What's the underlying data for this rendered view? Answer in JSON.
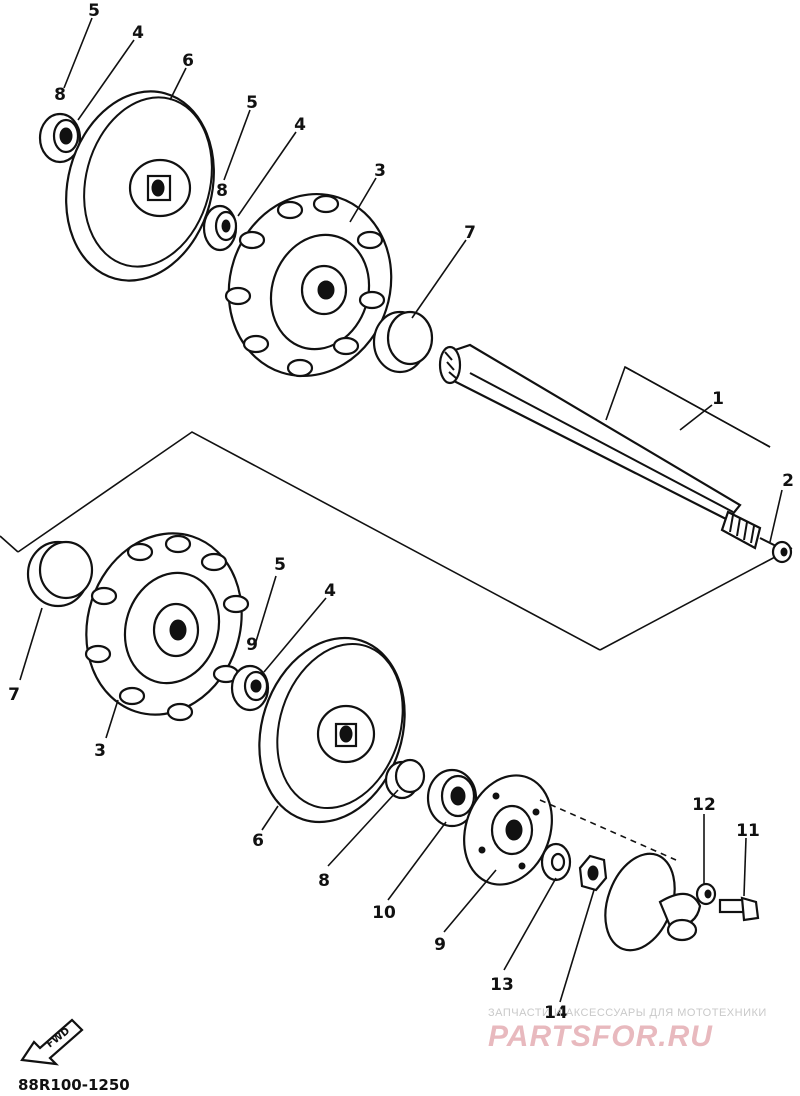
{
  "diagram": {
    "drawing_code": "88R100-1250",
    "fwd_arrow_label": "FWD",
    "callouts": {
      "top_5a": "5",
      "top_4a": "4",
      "top_6": "6",
      "top_5b": "5",
      "top_4b": "4",
      "top_3": "3",
      "top_7": "7",
      "top_1": "1",
      "top_2": "2",
      "bot_5": "5",
      "bot_4": "4",
      "bot_7": "7",
      "bot_3": "3",
      "bot_6": "6",
      "bot_8": "8",
      "bot_10": "10",
      "bot_9": "9",
      "bot_13": "13",
      "bot_14": "14",
      "bot_12": "12",
      "bot_11": "11"
    }
  },
  "watermark": {
    "tagline": "ЗАПЧАСТИ И АКСЕССУАРЫ ДЛЯ МОТОТЕХНИКИ",
    "brand": "PARTSFOR.RU"
  }
}
